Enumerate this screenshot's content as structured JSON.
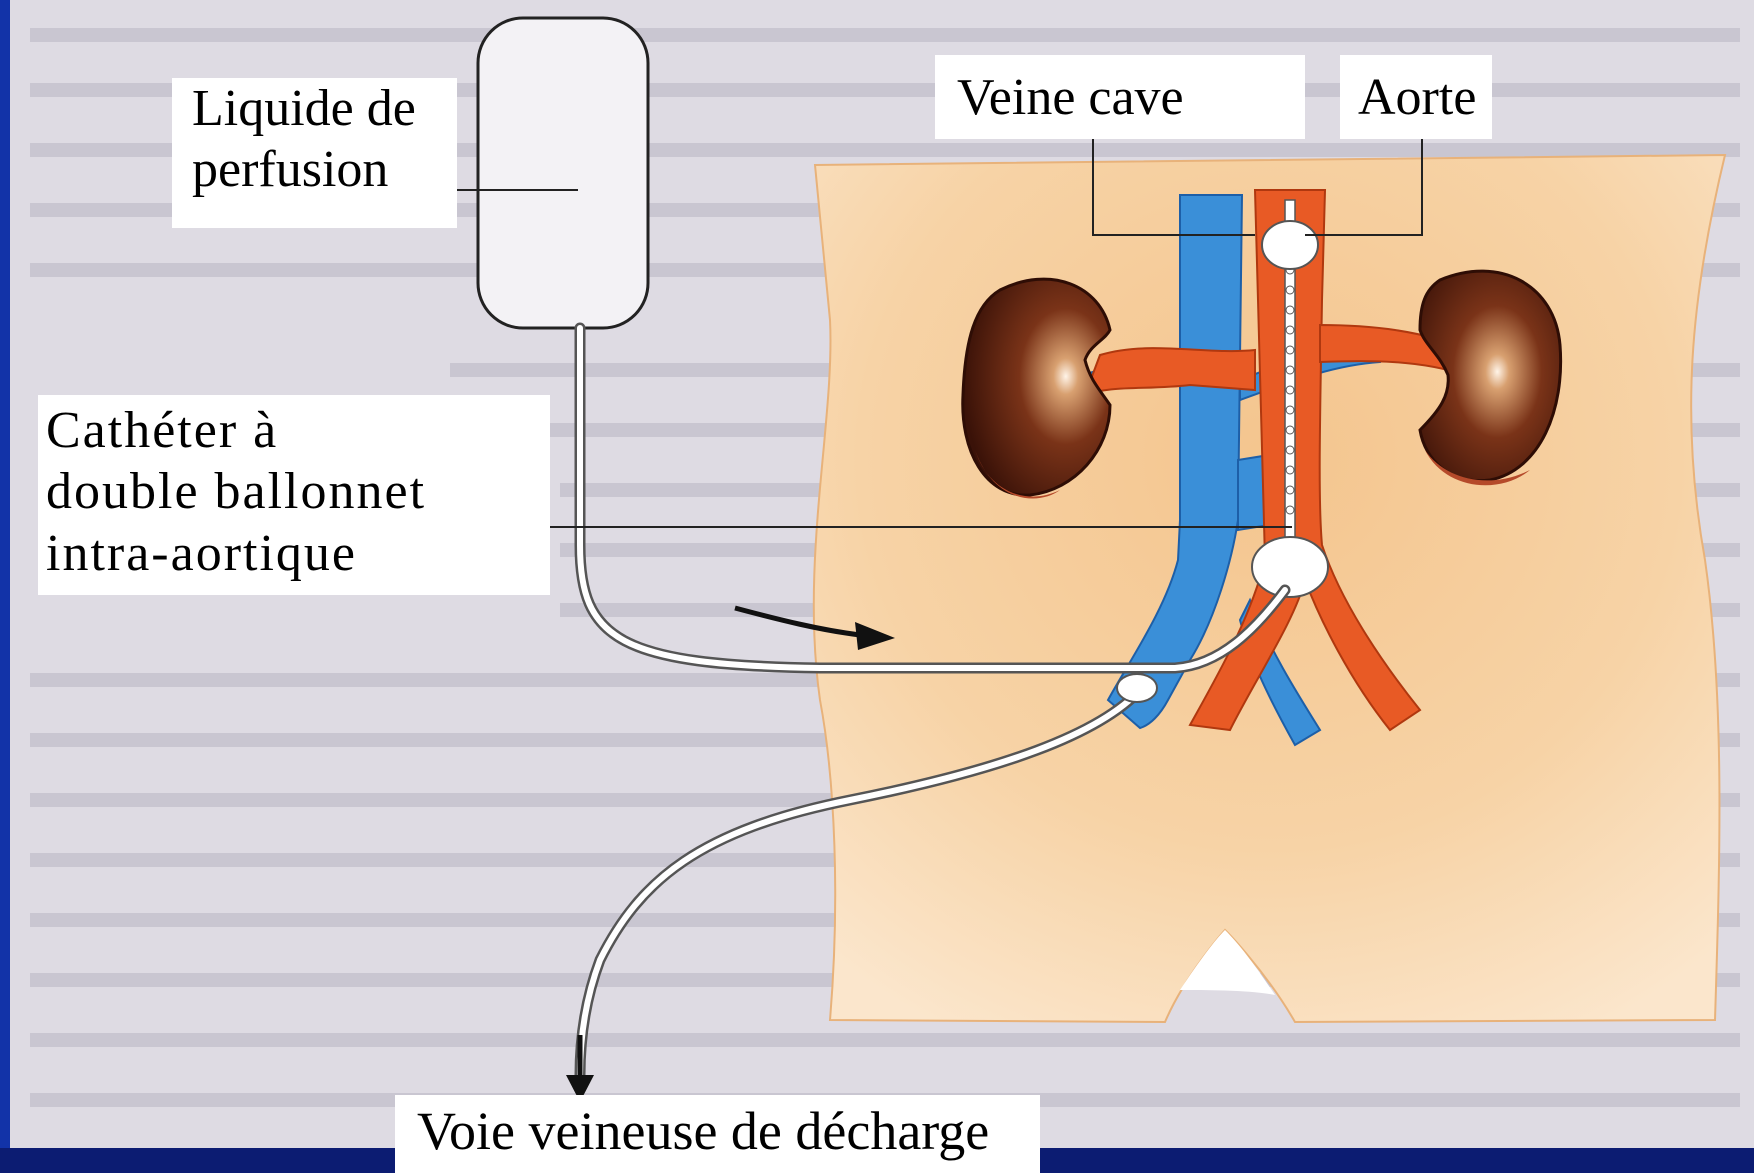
{
  "labels": {
    "liquide_line1": "Liquide de",
    "liquide_line2": "perfusion",
    "veine_cave": "Veine cave",
    "aorte": "Aorte",
    "catheter_line1": "Cathéter à",
    "catheter_line2": "double ballonnet",
    "catheter_line3": "intra-aortique",
    "voie": "Voie veineuse de décharge"
  },
  "colors": {
    "vein": "#3a8fd8",
    "artery": "#e85a25",
    "kidney": "#5a2010",
    "body": "#f7cf9a",
    "background": "#0a1a6e"
  }
}
